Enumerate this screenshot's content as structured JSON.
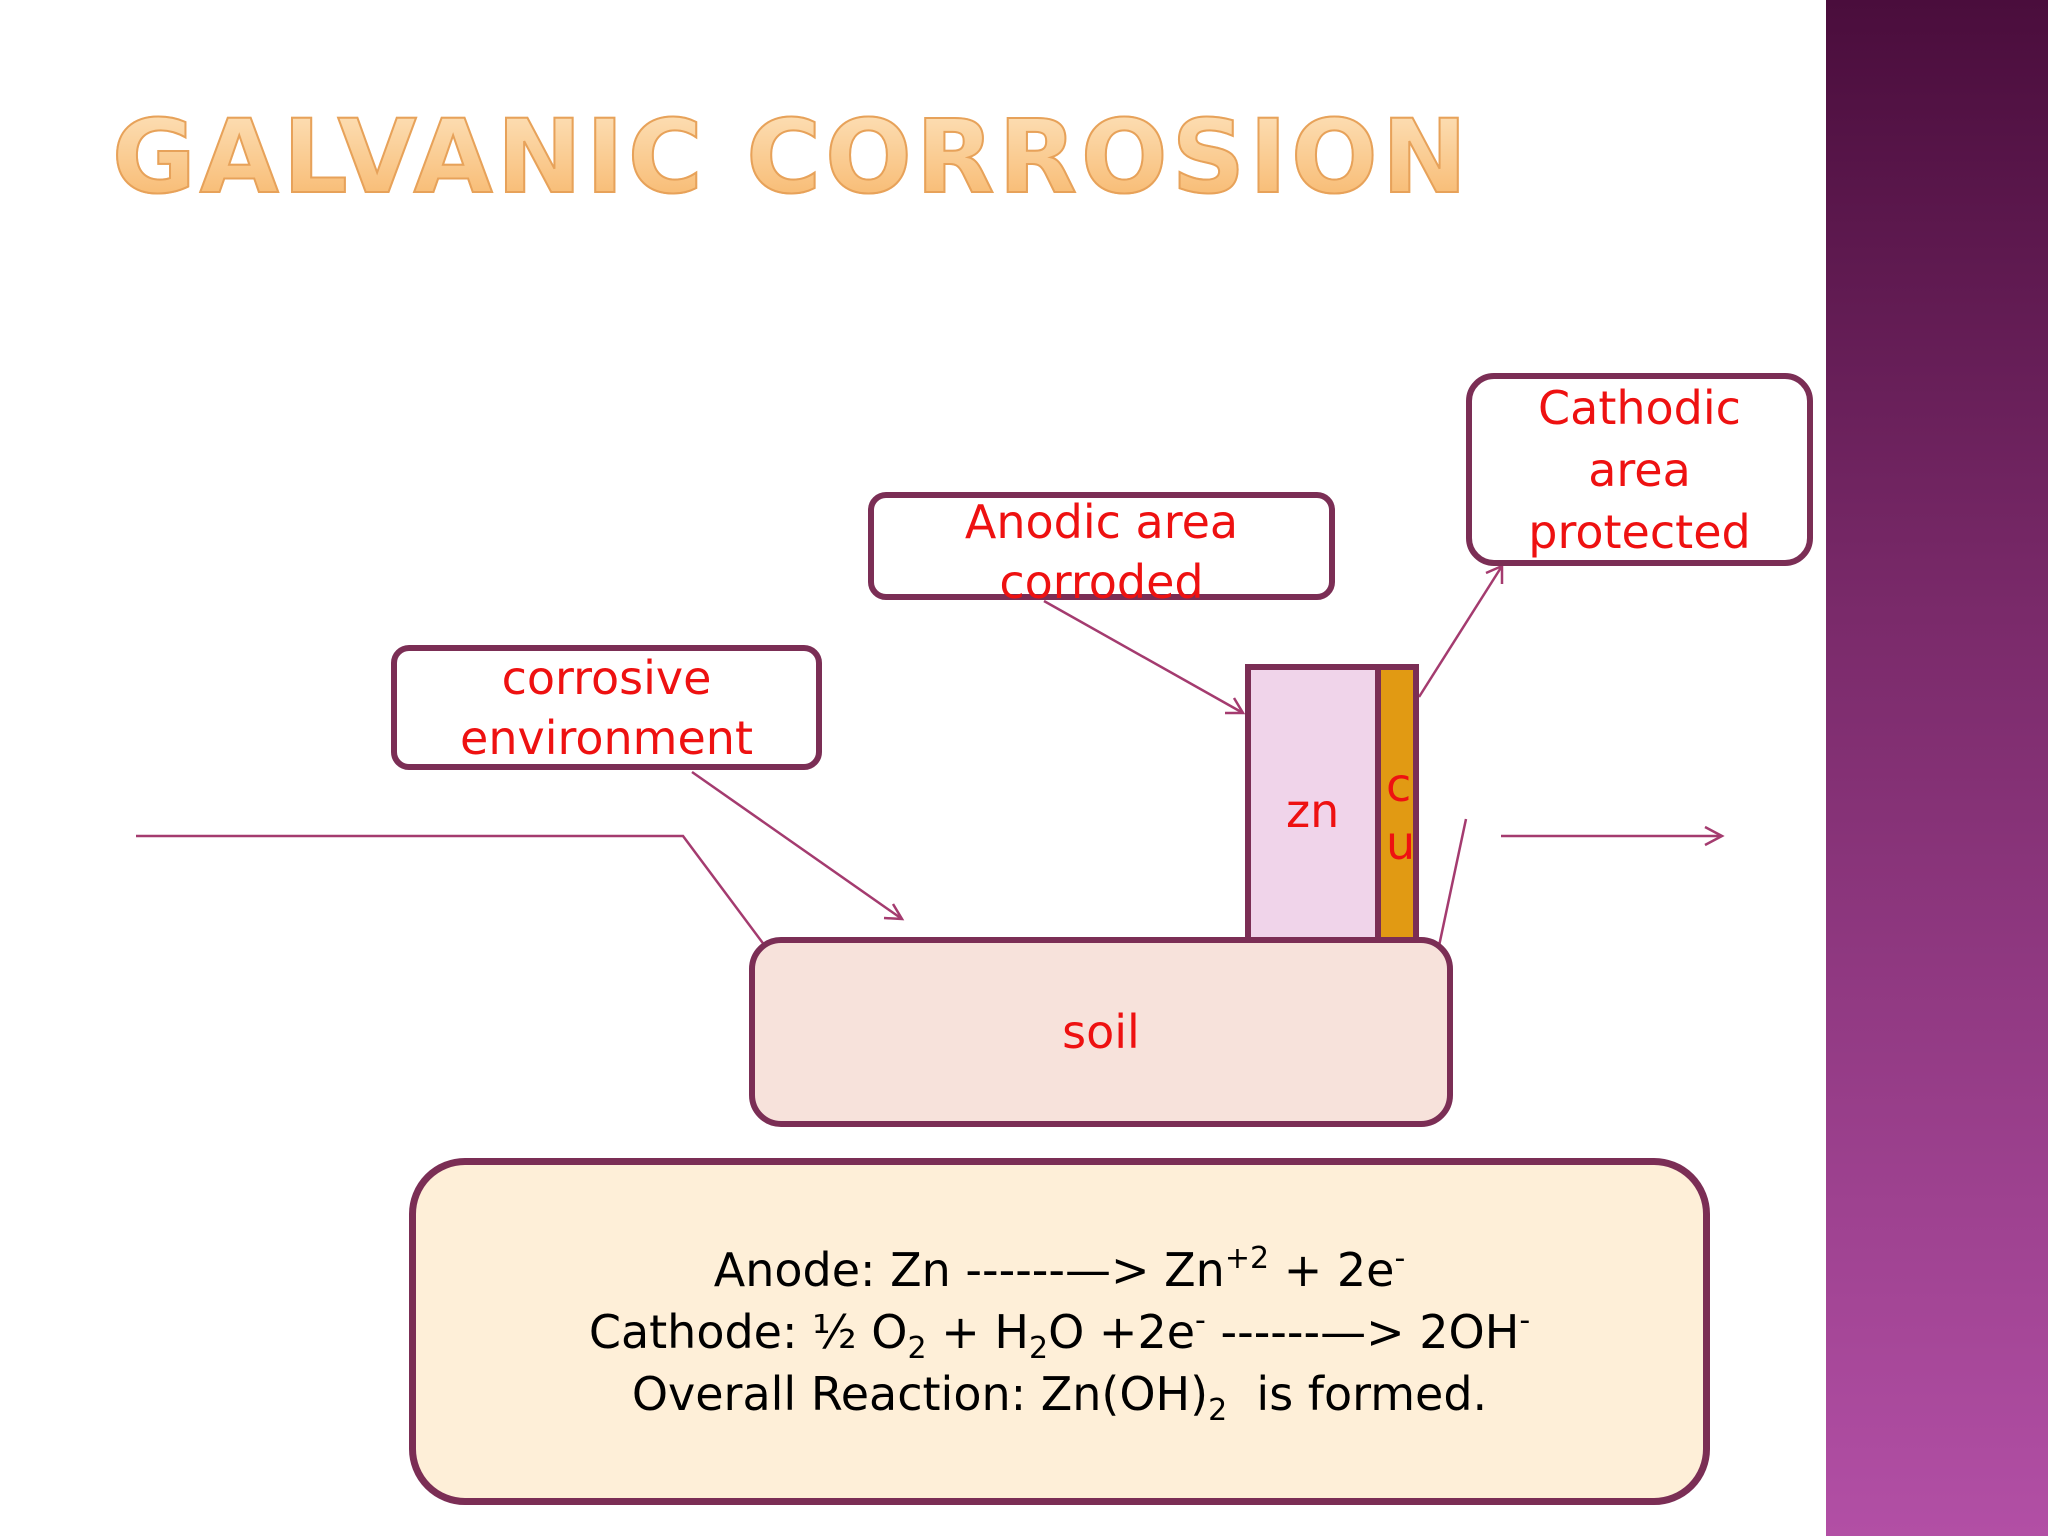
{
  "slide": {
    "title": "Galvanic Corrosion"
  },
  "labels": {
    "environment": [
      "corrosive",
      "environment"
    ],
    "anodic": [
      "Anodic area",
      "corroded"
    ],
    "cathodic": [
      "Cathodic",
      "area",
      "protected"
    ]
  },
  "metals": {
    "zinc": "zn",
    "copper_top": "c",
    "copper_bottom": "u"
  },
  "soil": {
    "label": "soil"
  },
  "reactions": {
    "anode": {
      "prefix": "Anode: Zn ------—> Zn",
      "sup1": "+2",
      "mid": " + 2e",
      "sup2": "-"
    },
    "cathode": {
      "prefix": "Cathode: ½ O",
      "sub1": "2",
      "p2": " + H",
      "sub2": "2",
      "p3": "O +2e",
      "sup1": "-",
      "p4": " ------—> 2OH",
      "sup2": "-"
    },
    "overall": {
      "prefix": "Overall Reaction: Zn(OH)",
      "sub1": "2",
      "suffix": "  is formed."
    }
  },
  "colors": {
    "accent": "#7b2e55",
    "label_text": "#ee1111",
    "zinc": "#f0d4ea",
    "copper": "#e19a13",
    "soil": "#f7e2db",
    "reaction_bg": "#feefd8",
    "title": "#f7b466"
  }
}
